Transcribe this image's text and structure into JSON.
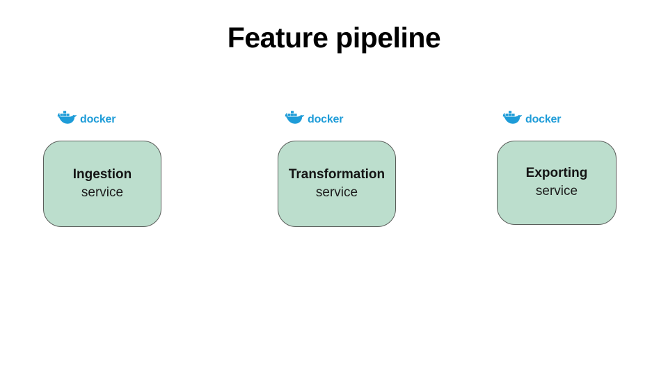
{
  "slide": {
    "title": "Feature pipeline"
  },
  "docker": {
    "wordmark": "docker"
  },
  "services": [
    {
      "name": "Ingestion",
      "type": "service"
    },
    {
      "name": "Transformation",
      "type": "service"
    },
    {
      "name": "Exporting",
      "type": "service"
    }
  ],
  "colors": {
    "docker_blue": "#1E9CD8",
    "box_fill": "#BCDECD",
    "box_border": "#5A5D5A",
    "title_text": "#000000",
    "background": "#FFFFFF"
  }
}
